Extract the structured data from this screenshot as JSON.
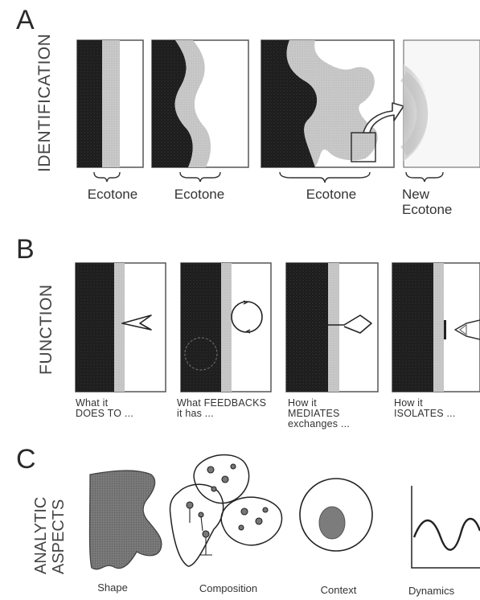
{
  "panels": {
    "a": {
      "letter": "A",
      "side_label": "IDENTIFICATION",
      "captions": [
        "Ecotone",
        "Ecotone",
        "Ecotone",
        "New Ecotone"
      ],
      "caption_lines": {
        "new_line1": "New",
        "new_line2": "Ecotone"
      }
    },
    "b": {
      "letter": "B",
      "side_label": "FUNCTION",
      "captions": [
        {
          "line1": "What it",
          "line2": "DOES TO ...",
          "line3": ""
        },
        {
          "line1": "What FEEDBACKS",
          "line2": "it has ...",
          "line3": ""
        },
        {
          "line1": "How it",
          "line2": "MEDIATES",
          "line3": "exchanges ..."
        },
        {
          "line1": "How it",
          "line2": "ISOLATES ...",
          "line3": ""
        }
      ]
    },
    "c": {
      "letter": "C",
      "side_label_line1": "ANALYTIC",
      "side_label_line2": "ASPECTS",
      "captions": [
        "Shape",
        "Composition",
        "Context",
        "Dynamics"
      ]
    }
  }
}
